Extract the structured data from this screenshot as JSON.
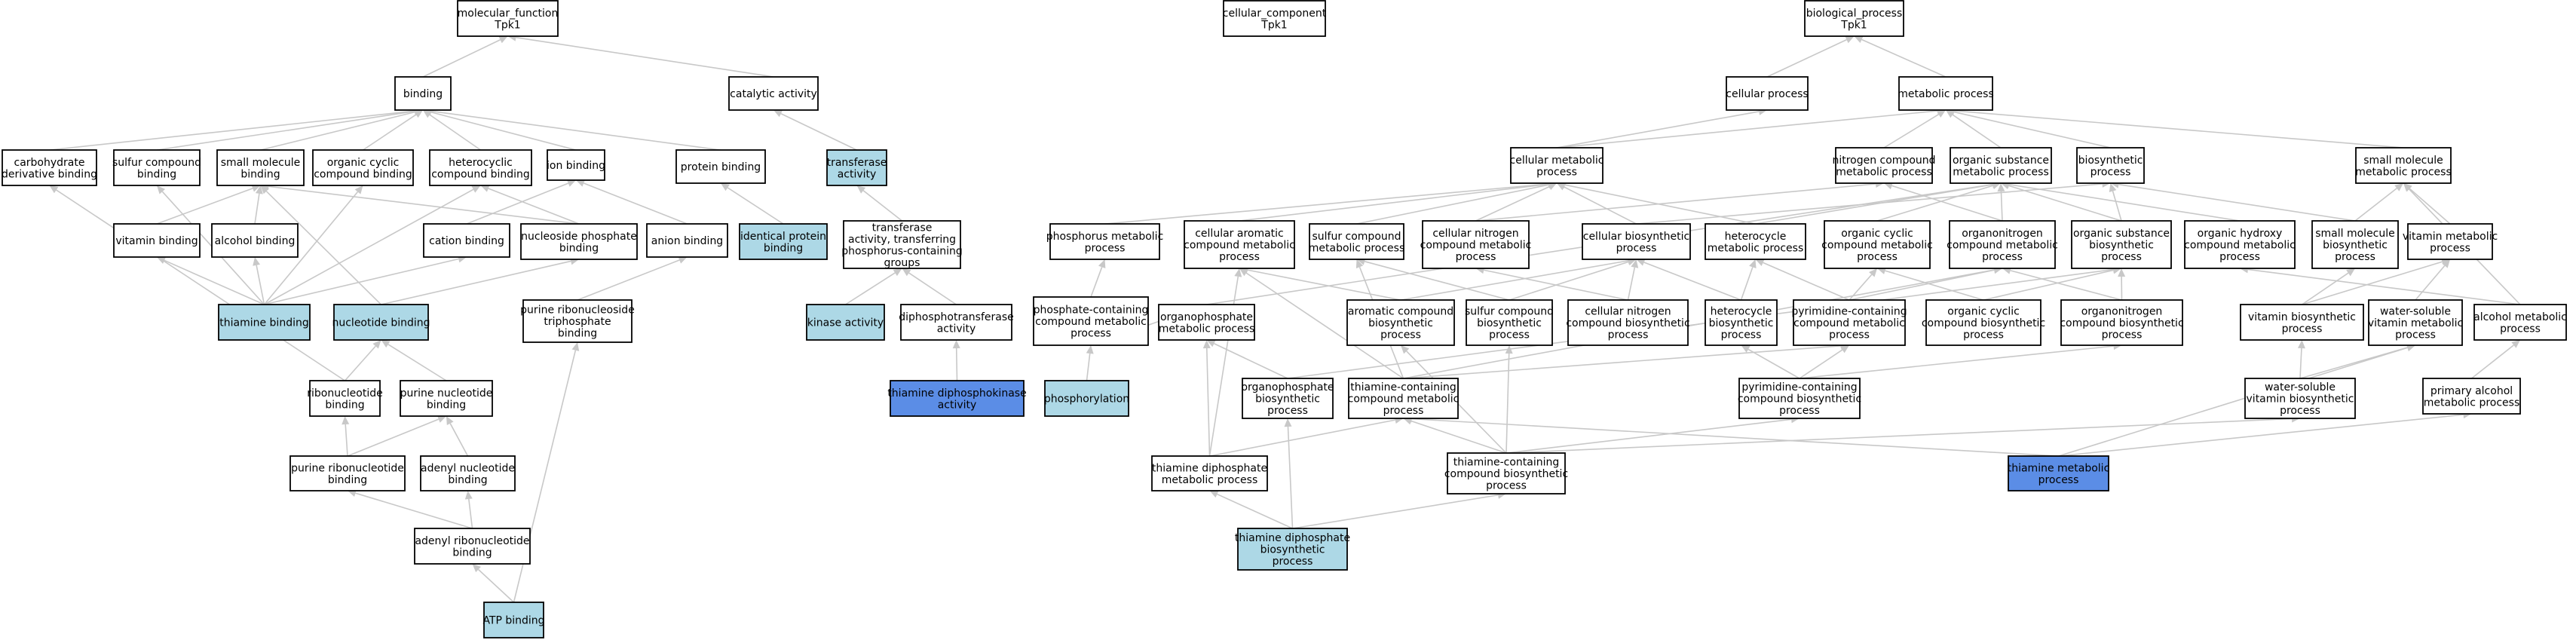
{
  "colors": {
    "default_fill": "#ffffff",
    "light_blue": "#add8e6",
    "medium_blue": "#5b8de6",
    "edge": "#c8c8c8",
    "border": "#000000"
  },
  "nodes": {
    "mf_root": {
      "lines": [
        "molecular_function",
        "Tpk1"
      ],
      "fill": "white"
    },
    "binding": {
      "lines": [
        "binding"
      ],
      "fill": "white"
    },
    "catalytic_activity": {
      "lines": [
        "catalytic activity"
      ],
      "fill": "white"
    },
    "carbohydrate_derivative_binding": {
      "lines": [
        "carbohydrate",
        "derivative binding"
      ],
      "fill": "white"
    },
    "sulfur_compound_binding": {
      "lines": [
        "sulfur compound",
        "binding"
      ],
      "fill": "white"
    },
    "small_molecule_binding": {
      "lines": [
        "small molecule",
        "binding"
      ],
      "fill": "white"
    },
    "organic_cyclic_compound_binding": {
      "lines": [
        "organic cyclic",
        "compound binding"
      ],
      "fill": "white"
    },
    "heterocyclic_compound_binding": {
      "lines": [
        "heterocyclic",
        "compound binding"
      ],
      "fill": "white"
    },
    "ion_binding": {
      "lines": [
        "ion binding"
      ],
      "fill": "white"
    },
    "protein_binding": {
      "lines": [
        "protein binding"
      ],
      "fill": "white"
    },
    "transferase_activity": {
      "lines": [
        "transferase",
        "activity"
      ],
      "fill": "light"
    },
    "vitamin_binding": {
      "lines": [
        "vitamin binding"
      ],
      "fill": "white"
    },
    "alcohol_binding": {
      "lines": [
        "alcohol binding"
      ],
      "fill": "white"
    },
    "cation_binding": {
      "lines": [
        "cation binding"
      ],
      "fill": "white"
    },
    "nucleoside_phosphate_binding": {
      "lines": [
        "nucleoside phosphate",
        "binding"
      ],
      "fill": "white"
    },
    "anion_binding": {
      "lines": [
        "anion binding"
      ],
      "fill": "white"
    },
    "identical_protein_binding": {
      "lines": [
        "identical protein",
        "binding"
      ],
      "fill": "light"
    },
    "transferase_phosphorus": {
      "lines": [
        "transferase",
        "activity, transferring",
        "phosphorus-containing",
        "groups"
      ],
      "fill": "white"
    },
    "thiamine_binding": {
      "lines": [
        "thiamine binding"
      ],
      "fill": "light"
    },
    "nucleotide_binding": {
      "lines": [
        "nucleotide binding"
      ],
      "fill": "light"
    },
    "purine_ribonucleoside_triphosphate_binding": {
      "lines": [
        "purine ribonucleoside",
        "triphosphate",
        "binding"
      ],
      "fill": "white"
    },
    "kinase_activity": {
      "lines": [
        "kinase activity"
      ],
      "fill": "light"
    },
    "diphosphotransferase_activity": {
      "lines": [
        "diphosphotransferase",
        "activity"
      ],
      "fill": "white"
    },
    "ribonucleotide_binding": {
      "lines": [
        "ribonucleotide",
        "binding"
      ],
      "fill": "white"
    },
    "purine_nucleotide_binding": {
      "lines": [
        "purine nucleotide",
        "binding"
      ],
      "fill": "white"
    },
    "thiamine_diphosphokinase_activity": {
      "lines": [
        "thiamine diphosphokinase",
        "activity"
      ],
      "fill": "medium"
    },
    "purine_ribonucleotide_binding": {
      "lines": [
        "purine ribonucleotide",
        "binding"
      ],
      "fill": "white"
    },
    "adenyl_nucleotide_binding": {
      "lines": [
        "adenyl nucleotide",
        "binding"
      ],
      "fill": "white"
    },
    "adenyl_ribonucleotide_binding": {
      "lines": [
        "adenyl ribonucleotide",
        "binding"
      ],
      "fill": "white"
    },
    "atp_binding": {
      "lines": [
        "ATP binding"
      ],
      "fill": "light"
    },
    "cc_root": {
      "lines": [
        "cellular_component",
        "Tpk1"
      ],
      "fill": "white"
    },
    "bp_root": {
      "lines": [
        "biological_process",
        "Tpk1"
      ],
      "fill": "white"
    },
    "cellular_process": {
      "lines": [
        "cellular process"
      ],
      "fill": "white"
    },
    "metabolic_process": {
      "lines": [
        "metabolic process"
      ],
      "fill": "white"
    },
    "cellular_metabolic_process": {
      "lines": [
        "cellular metabolic",
        "process"
      ],
      "fill": "white"
    },
    "nitrogen_compound_metabolic_process": {
      "lines": [
        "nitrogen compound",
        "metabolic process"
      ],
      "fill": "white"
    },
    "organic_substance_metabolic_process": {
      "lines": [
        "organic substance",
        "metabolic process"
      ],
      "fill": "white"
    },
    "biosynthetic_process": {
      "lines": [
        "biosynthetic",
        "process"
      ],
      "fill": "white"
    },
    "small_molecule_metabolic_process": {
      "lines": [
        "small molecule",
        "metabolic process"
      ],
      "fill": "white"
    },
    "phosphorus_metabolic_process": {
      "lines": [
        "phosphorus metabolic",
        "process"
      ],
      "fill": "white"
    },
    "cellular_aromatic_compound_metabolic_process": {
      "lines": [
        "cellular aromatic",
        "compound metabolic",
        "process"
      ],
      "fill": "white"
    },
    "sulfur_compound_metabolic_process": {
      "lines": [
        "sulfur compound",
        "metabolic process"
      ],
      "fill": "white"
    },
    "cellular_nitrogen_compound_metabolic_process": {
      "lines": [
        "cellular nitrogen",
        "compound metabolic",
        "process"
      ],
      "fill": "white"
    },
    "cellular_biosynthetic_process": {
      "lines": [
        "cellular biosynthetic",
        "process"
      ],
      "fill": "white"
    },
    "heterocycle_metabolic_process": {
      "lines": [
        "heterocycle",
        "metabolic process"
      ],
      "fill": "white"
    },
    "organic_cyclic_compound_metabolic_process": {
      "lines": [
        "organic cyclic",
        "compound metabolic",
        "process"
      ],
      "fill": "white"
    },
    "organonitrogen_compound_metabolic_process": {
      "lines": [
        "organonitrogen",
        "compound metabolic",
        "process"
      ],
      "fill": "white"
    },
    "organic_substance_biosynthetic_process": {
      "lines": [
        "organic substance",
        "biosynthetic",
        "process"
      ],
      "fill": "white"
    },
    "organic_hydroxy_compound_metabolic_process": {
      "lines": [
        "organic hydroxy",
        "compound metabolic",
        "process"
      ],
      "fill": "white"
    },
    "small_molecule_biosynthetic_process": {
      "lines": [
        "small molecule",
        "biosynthetic",
        "process"
      ],
      "fill": "white"
    },
    "vitamin_metabolic_process": {
      "lines": [
        "vitamin metabolic",
        "process"
      ],
      "fill": "white"
    },
    "phosphate_containing_compound_metabolic_process": {
      "lines": [
        "phosphate-containing",
        "compound metabolic",
        "process"
      ],
      "fill": "white"
    },
    "organophosphate_metabolic_process": {
      "lines": [
        "organophosphate",
        "metabolic process"
      ],
      "fill": "white"
    },
    "aromatic_compound_biosynthetic_process": {
      "lines": [
        "aromatic compound",
        "biosynthetic",
        "process"
      ],
      "fill": "white"
    },
    "sulfur_compound_biosynthetic_process": {
      "lines": [
        "sulfur compound",
        "biosynthetic",
        "process"
      ],
      "fill": "white"
    },
    "cellular_nitrogen_compound_biosynthetic_process": {
      "lines": [
        "cellular nitrogen",
        "compound biosynthetic",
        "process"
      ],
      "fill": "white"
    },
    "heterocycle_biosynthetic_process": {
      "lines": [
        "heterocycle",
        "biosynthetic",
        "process"
      ],
      "fill": "white"
    },
    "pyrimidine_containing_compound_metabolic_process": {
      "lines": [
        "pyrimidine-containing",
        "compound metabolic",
        "process"
      ],
      "fill": "white"
    },
    "organic_cyclic_compound_biosynthetic_process": {
      "lines": [
        "organic cyclic",
        "compound biosynthetic",
        "process"
      ],
      "fill": "white"
    },
    "organonitrogen_compound_biosynthetic_process": {
      "lines": [
        "organonitrogen",
        "compound biosynthetic",
        "process"
      ],
      "fill": "white"
    },
    "vitamin_biosynthetic_process": {
      "lines": [
        "vitamin biosynthetic",
        "process"
      ],
      "fill": "white"
    },
    "water_soluble_vitamin_metabolic_process": {
      "lines": [
        "water-soluble",
        "vitamin metabolic",
        "process"
      ],
      "fill": "white"
    },
    "alcohol_metabolic_process": {
      "lines": [
        "alcohol metabolic",
        "process"
      ],
      "fill": "white"
    },
    "phosphorylation": {
      "lines": [
        "phosphorylation"
      ],
      "fill": "light"
    },
    "organophosphate_biosynthetic_process": {
      "lines": [
        "organophosphate",
        "biosynthetic",
        "process"
      ],
      "fill": "white"
    },
    "thiamine_containing_compound_metabolic_process": {
      "lines": [
        "thiamine-containing",
        "compound metabolic",
        "process"
      ],
      "fill": "white"
    },
    "pyrimidine_containing_compound_biosynthetic_process": {
      "lines": [
        "pyrimidine-containing",
        "compound biosynthetic",
        "process"
      ],
      "fill": "white"
    },
    "water_soluble_vitamin_biosynthetic_process": {
      "lines": [
        "water-soluble",
        "vitamin biosynthetic",
        "process"
      ],
      "fill": "white"
    },
    "primary_alcohol_metabolic_process": {
      "lines": [
        "primary alcohol",
        "metabolic process"
      ],
      "fill": "white"
    },
    "thiamine_diphosphate_metabolic_process": {
      "lines": [
        "thiamine diphosphate",
        "metabolic process"
      ],
      "fill": "white"
    },
    "thiamine_containing_compound_biosynthetic_process": {
      "lines": [
        "thiamine-containing",
        "compound biosynthetic",
        "process"
      ],
      "fill": "white"
    },
    "thiamine_metabolic_process": {
      "lines": [
        "thiamine metabolic",
        "process"
      ],
      "fill": "medium"
    },
    "thiamine_diphosphate_biosynthetic_process": {
      "lines": [
        "thiamine diphosphate",
        "biosynthetic",
        "process"
      ],
      "fill": "light"
    }
  }
}
